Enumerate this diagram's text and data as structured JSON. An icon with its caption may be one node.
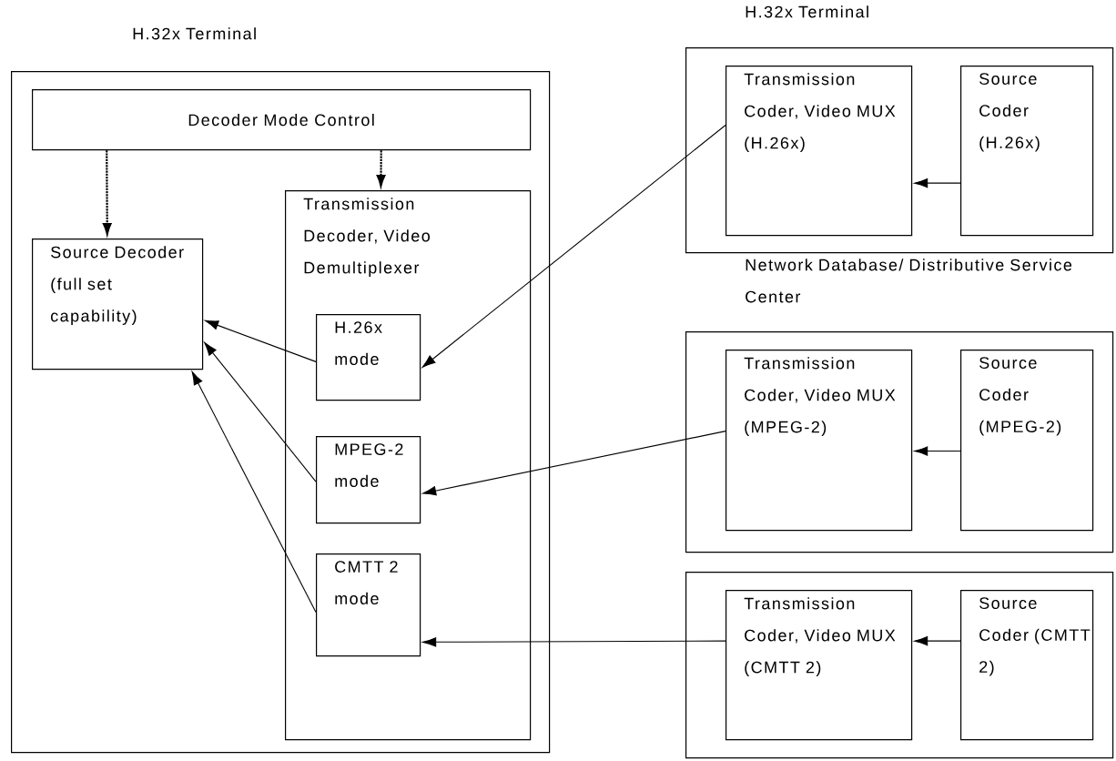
{
  "diagram": {
    "nodes": [
      {
        "text": [
          "H.32x Terminal"
        ]
      },
      {
        "text": [
          "Decoder Mode Control"
        ],
        "in": 0
      },
      {
        "text": [
          "Source Decoder (full set capability)"
        ],
        "in": 0
      },
      {
        "text": [
          "Transmission Decoder, Video Demultiplexer"
        ],
        "in": 0
      },
      {
        "text": [
          "H.26x mode"
        ],
        "in": 3
      },
      {
        "text": [
          "MPEG-2 mode"
        ],
        "in": 3
      },
      {
        "text": [
          "CMTT 2 mode"
        ],
        "in": 3
      },
      {
        "text": [
          "H.32x Terminal"
        ]
      },
      {
        "text": [
          "Transmission Coder, Video MUX (H.26x)"
        ],
        "in": 7
      },
      {
        "text": [
          "Source Coder (H.26x)"
        ],
        "in": 7
      },
      {
        "text": [
          "Network Database/ Distributive Service Center"
        ]
      },
      {
        "text": [
          "Transmission Coder, Video MUX (MPEG-2)"
        ],
        "in": 10
      },
      {
        "text": [
          "Source Coder (MPEG-2)"
        ],
        "in": 10
      },
      {
        "text": [],
        "shape": "box"
      },
      {
        "text": [
          "Transmission Coder, Video MUX (CMTT 2)"
        ],
        "in": 13
      },
      {
        "text": [
          "Source Coder (CMTT 2)"
        ],
        "in": 13
      }
    ],
    "edges": [
      {
        "from": 1,
        "to": 2,
        "arrow": "to",
        "style": "dashed"
      },
      {
        "from": 1,
        "to": 3,
        "arrow": "to",
        "style": "dashed"
      },
      {
        "from": 4,
        "to": 2,
        "arrow": "to"
      },
      {
        "from": 5,
        "to": 2,
        "arrow": "to"
      },
      {
        "from": 6,
        "to": 2,
        "arrow": "to"
      },
      {
        "from": 8,
        "to": 4,
        "arrow": "to"
      },
      {
        "from": 11,
        "to": 5,
        "arrow": "to"
      },
      {
        "from": 14,
        "to": 6,
        "arrow": "to"
      },
      {
        "from": 9,
        "to": 8,
        "arrow": "to"
      },
      {
        "from": 12,
        "to": 11,
        "arrow": "to"
      },
      {
        "from": 15,
        "to": 14,
        "arrow": "to"
      }
    ]
  }
}
